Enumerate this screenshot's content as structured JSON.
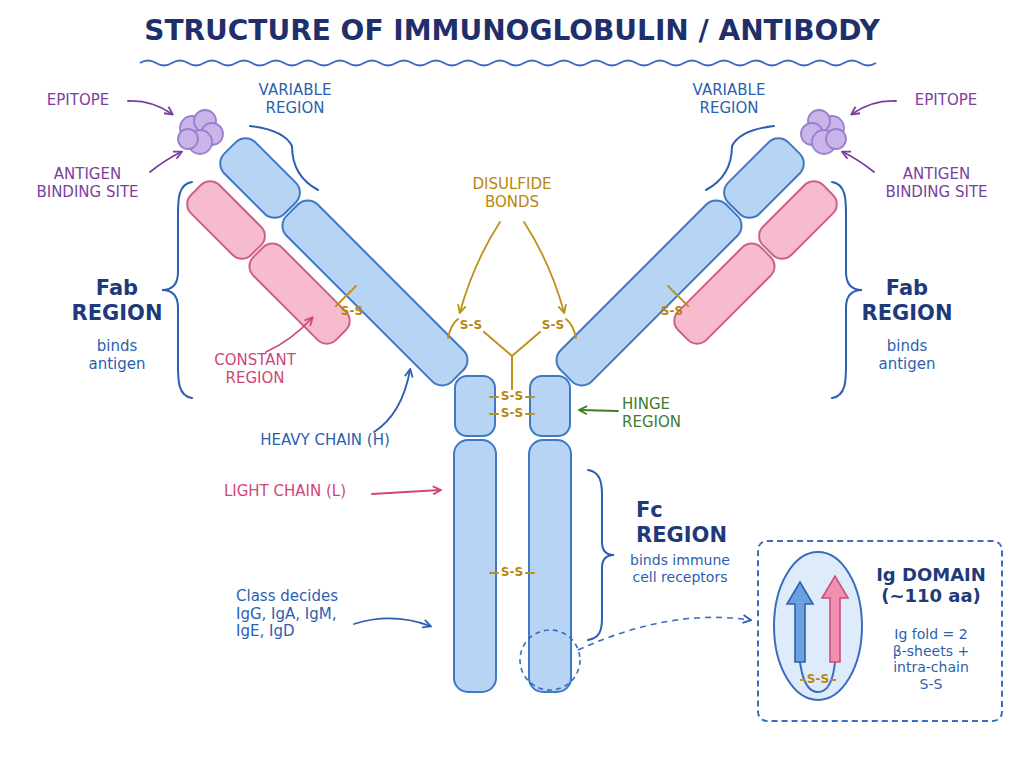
{
  "diagram": {
    "title": "STRUCTURE OF IMMUNOGLOBULIN / ANTIBODY",
    "nodes": [
      {
        "text": [
          "Ig DOMAIN (~110 aa)",
          "Ig fold = 2 β-sheets + intra-chain S-S"
        ]
      }
    ],
    "labels": [
      "EPITOPE",
      "VARIABLE REGION",
      "VARIABLE REGION",
      "EPITOPE",
      "ANTIGEN BINDING SITE",
      "DISULFIDE BONDS",
      "ANTIGEN BINDING SITE",
      "Fab REGION",
      "binds antigen",
      "Fab REGION",
      "binds antigen",
      "S-S",
      "S-S",
      "S-S",
      "S-S",
      "CONSTANT REGION",
      "S-S",
      "S-S",
      "HINGE REGION",
      "HEAVY CHAIN (H)",
      "LIGHT CHAIN (L)",
      "Fc REGION",
      "binds immune cell receptors",
      "S-S",
      "Class decides IgG, IgA, IgM, IgE, IgD",
      "S-S"
    ]
  }
}
